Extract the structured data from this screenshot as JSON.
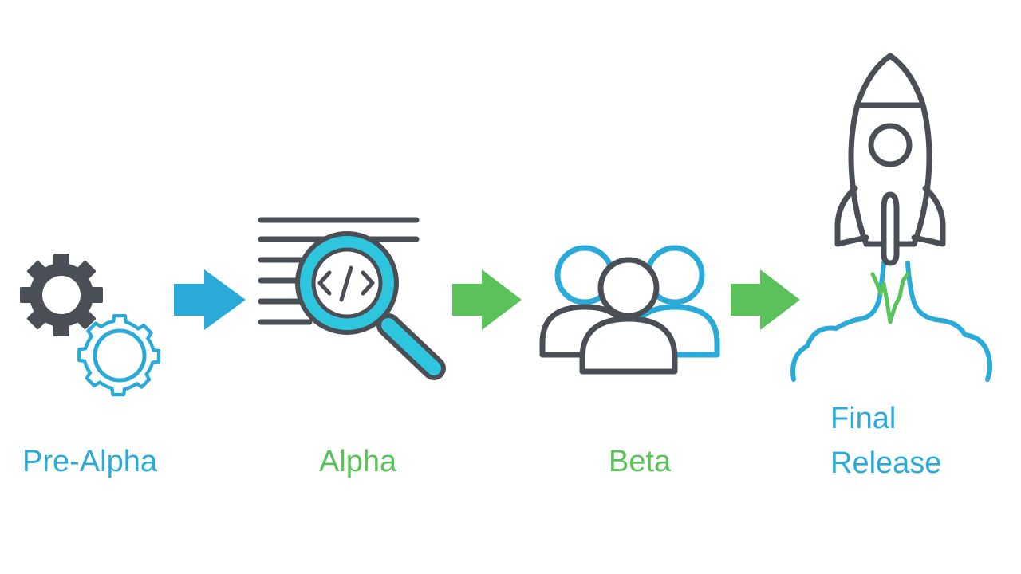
{
  "stages": [
    {
      "label": "Pre-Alpha",
      "icon": "gears-icon",
      "color": "#29aad8"
    },
    {
      "label": "Alpha",
      "icon": "magnifier-code-icon",
      "color": "#5bc15a"
    },
    {
      "label": "Beta",
      "icon": "users-group-icon",
      "color": "#5bc15a"
    },
    {
      "label_line1": "Final",
      "label_line2": "Release",
      "icon": "rocket-launch-icon",
      "color": "#29aad8"
    }
  ],
  "arrows": [
    {
      "icon": "arrow-right-icon",
      "color": "#29aad8"
    },
    {
      "icon": "arrow-right-icon",
      "color": "#5bc15a"
    },
    {
      "icon": "arrow-right-icon",
      "color": "#5bc15a"
    }
  ],
  "colors": {
    "dark": "#4a4f55",
    "blue": "#29aad8",
    "green": "#5bc15a"
  }
}
